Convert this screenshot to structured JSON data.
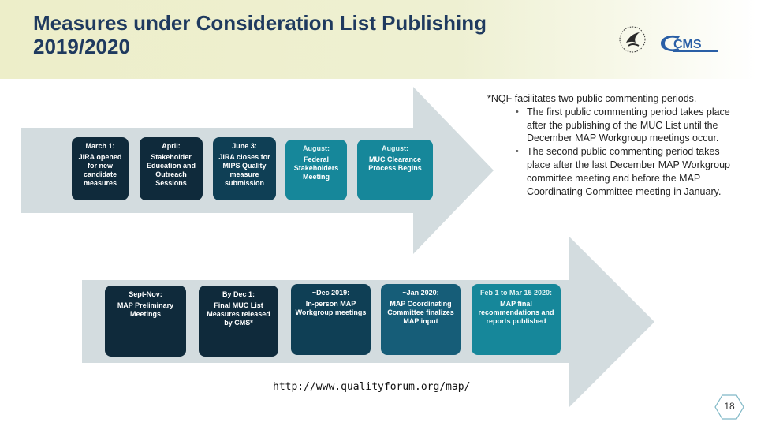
{
  "header": {
    "title_line1": "Measures under Consideration List Publishing",
    "title_line2": "2019/2020"
  },
  "logos": {
    "hhs": "hhs-eagle-logo",
    "cms": "CMS"
  },
  "colors": {
    "arrow": "#d3dcdf",
    "dark_navy": "#0f2a3b",
    "dark_teal": "#0f3f55",
    "mid_teal": "#165d78",
    "teal": "#16879a",
    "title": "#1f3a5f"
  },
  "timeline_row1": [
    {
      "date": "March 1:",
      "text": "JIRA opened for new candidate measures"
    },
    {
      "date": "April:",
      "text": "Stakeholder Education and Outreach Sessions"
    },
    {
      "date": "June 3:",
      "text": "JIRA closes for MIPS Quality measure submission"
    },
    {
      "date": "August:",
      "text": "Federal Stakeholders Meeting"
    },
    {
      "date": "August:",
      "text": "MUC Clearance Process Begins"
    }
  ],
  "timeline_row2": [
    {
      "date": "Sept-Nov:",
      "text": "MAP Preliminary Meetings"
    },
    {
      "date": "By Dec 1:",
      "text": "Final MUC List Measures released by CMS*"
    },
    {
      "date": "~Dec 2019:",
      "text": "In-person MAP Workgroup meetings"
    },
    {
      "date": "~Jan 2020:",
      "text": "MAP Coordinating Committee finalizes MAP input"
    },
    {
      "date": "Feb 1 to Mar 15 2020:",
      "text": "MAP final recommendations and reports published"
    }
  ],
  "note": {
    "intro": "*NQF facilitates two public commenting periods.",
    "bullets": [
      "The first public commenting period takes place after the publishing of the MUC List until the December MAP Workgroup meetings occur.",
      "The second public commenting period takes place after the last December MAP Workgroup committee meeting and before the MAP Coordinating Committee meeting in January."
    ]
  },
  "url": "http://www.qualityforum.org/map/",
  "page_number": "18"
}
